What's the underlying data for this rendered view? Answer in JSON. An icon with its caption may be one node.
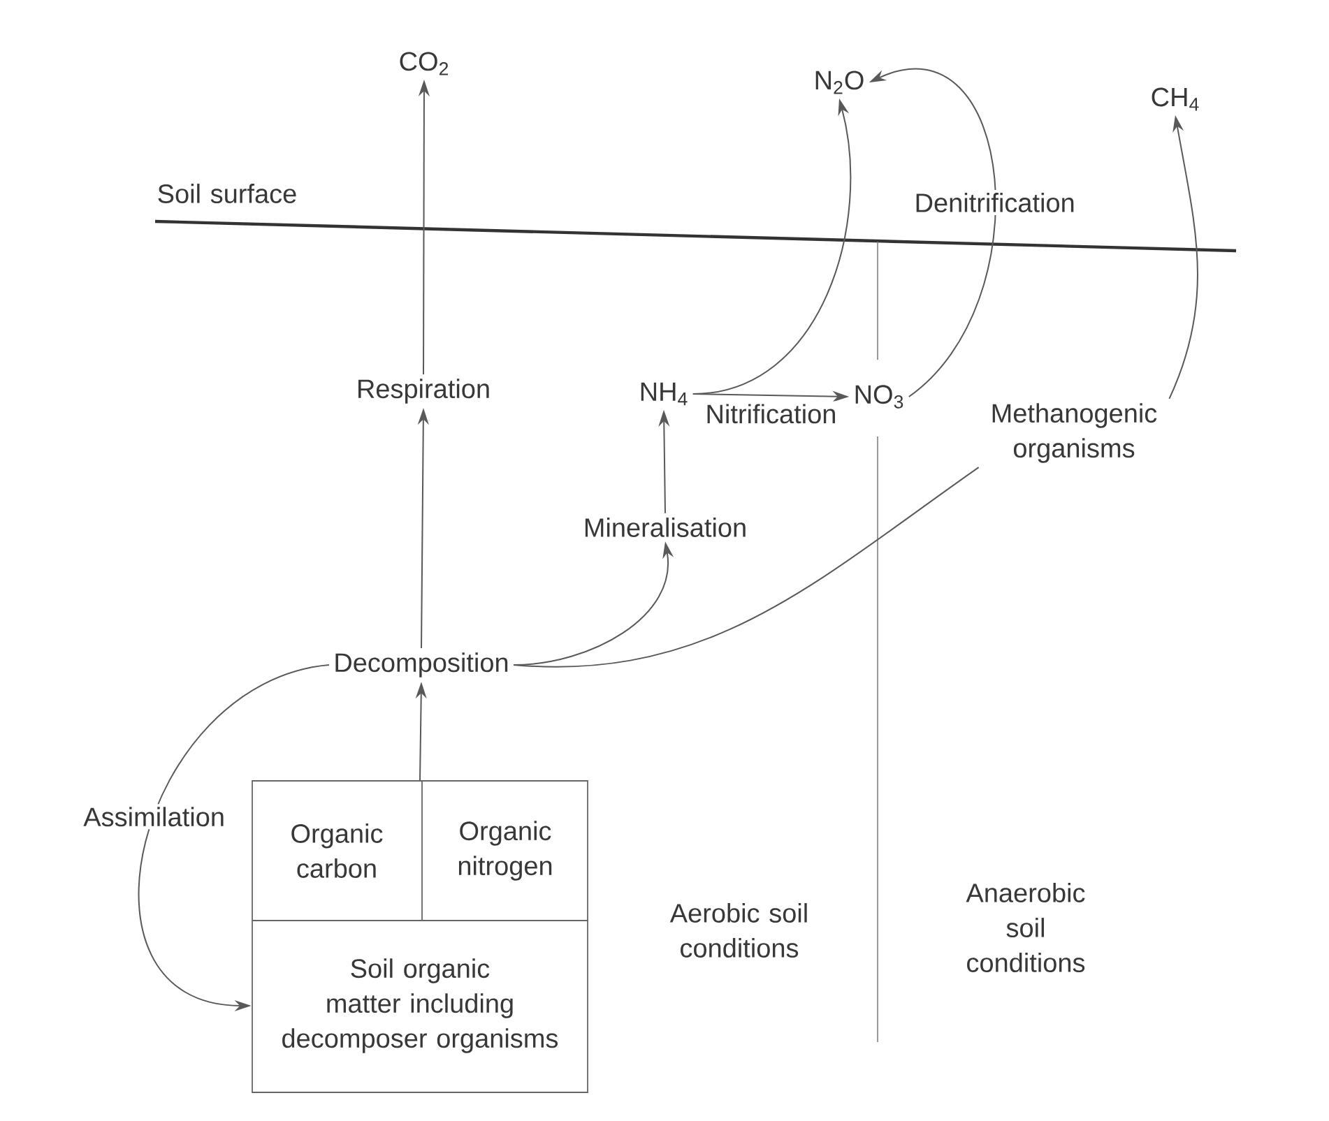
{
  "diagram": {
    "nodes": [
      {
        "text": [
          "CO$_{2}$"
        ]
      },
      {
        "text": [
          "N$_{2}$O"
        ]
      },
      {
        "text": [
          "CH$_{4}$"
        ]
      },
      {
        "text": [
          "Respiration"
        ]
      },
      {
        "text": [
          "NH$_{4}$"
        ]
      },
      {
        "text": [
          "NO$_{3}$"
        ]
      },
      {
        "text": [
          "Methanogenic organisms"
        ]
      },
      {
        "text": [
          "Mineralisation"
        ]
      },
      {
        "text": [
          "Decomposition"
        ]
      },
      {
        "text": [],
        "shape": "box"
      },
      {
        "text": [
          "Organic carbon"
        ],
        "in": 9
      },
      {
        "text": [
          "Organic nitrogen"
        ],
        "in": 9
      },
      {
        "text": [
          "Soil organic matter including decomposer organisms"
        ],
        "in": 9
      }
    ],
    "edges": [
      {
        "from": 3,
        "to": 0,
        "arrow": "to"
      },
      {
        "from": 8,
        "to": 3,
        "arrow": "to"
      },
      {
        "from": 9,
        "to": 8,
        "arrow": "to"
      },
      {
        "from": 8,
        "to": 7,
        "arrow": "to"
      },
      {
        "from": 7,
        "to": 4,
        "arrow": "to"
      },
      {
        "from": 4,
        "to": 5,
        "arrow": "to",
        "label": "Nitrification"
      },
      {
        "from": 4,
        "to": 1,
        "arrow": "to"
      },
      {
        "from": 5,
        "to": 1,
        "arrow": "to",
        "label": "Denitrification"
      },
      {
        "from": 8,
        "to": 6,
        "arrow": "none"
      },
      {
        "from": 6,
        "to": 2,
        "arrow": "to"
      },
      {
        "from": 8,
        "to": 12,
        "arrow": "to",
        "label": "Assimilation"
      }
    ],
    "labels": [
      "Soil surface",
      "Aerobic soil conditions",
      "Anaerobic soil conditions"
    ]
  }
}
